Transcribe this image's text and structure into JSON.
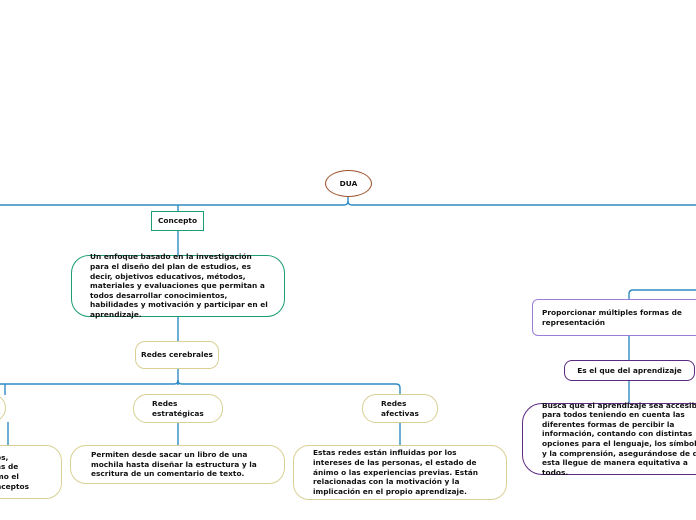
{
  "root": {
    "label": "DUA"
  },
  "concept": {
    "label": "Concepto"
  },
  "definition": {
    "text": "Un enfoque basado en la investigación para el diseño del plan de estudios, es decir, objetivos educativos, métodos, materiales y evaluaciones que permitan a todos desarrollar conocimientos, habilidades y motivación y participar en el aprendizaje."
  },
  "networks": {
    "label": "Redes cerebrales"
  },
  "strategic": {
    "label": "Redes estratégicas",
    "desc": "Permiten desde sacar un libro de una mochila hasta diseñar la estructura y la escritura de un comentario de texto."
  },
  "affective": {
    "label": "Redes afectivas",
    "desc": "Estas redes están influidas por los intereses de las personas, el estado de ánimo o las experiencias previas. Están relacionadas con la motivación y la implicación en el propio aprendizaje."
  },
  "left_partial": {
    "text": "os,\nás de\nmo el\nnceptos"
  },
  "principle": {
    "label": "Proporcionar múltiples formas de representación",
    "what": "Es el que del aprendizaje",
    "desc": "Busca que el aprendizaje sea accesible para todos teniendo en cuenta las diferentes formas de percibir la información, contando con distintas opciones para el lenguaje, los símbolos y la comprensión, asegurándose de que esta llegue de manera equitativa a todos."
  },
  "colors": {
    "link": "#2e8bc4",
    "root_border": "#a0522d",
    "teal": "#1a9e6e",
    "gold": "#d8d094",
    "lavender": "#9b7fd6",
    "purple": "#5c2a80"
  }
}
